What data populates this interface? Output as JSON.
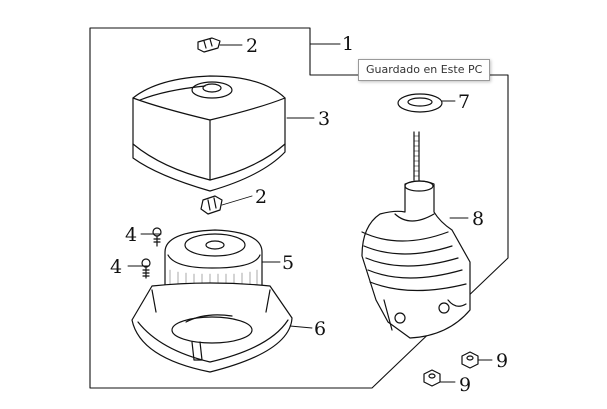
{
  "tooltip": {
    "text": "Guardado en Este PC"
  },
  "callouts": {
    "c1": "1",
    "c2a": "2",
    "c2b": "2",
    "c3": "3",
    "c4a": "4",
    "c4b": "4",
    "c5": "5",
    "c6": "6",
    "c7": "7",
    "c8": "8",
    "c9a": "9",
    "c9b": "9"
  }
}
